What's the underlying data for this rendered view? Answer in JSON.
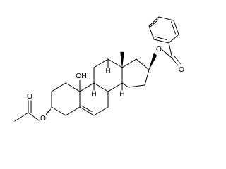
{
  "molecule": {
    "atom_labels": {
      "hydroxyl": "OH",
      "ester_oxygen_acetate": "O",
      "carbonyl_oxygen_acetate": "O",
      "ester_oxygen_benzoate": "O",
      "carbonyl_oxygen_benzoate": "O",
      "hydrogen_c8": "H",
      "hydrogen_c9": "H",
      "hydrogen_c14": "H"
    },
    "colors": {
      "stroke": "#000000",
      "background": "#ffffff"
    }
  }
}
